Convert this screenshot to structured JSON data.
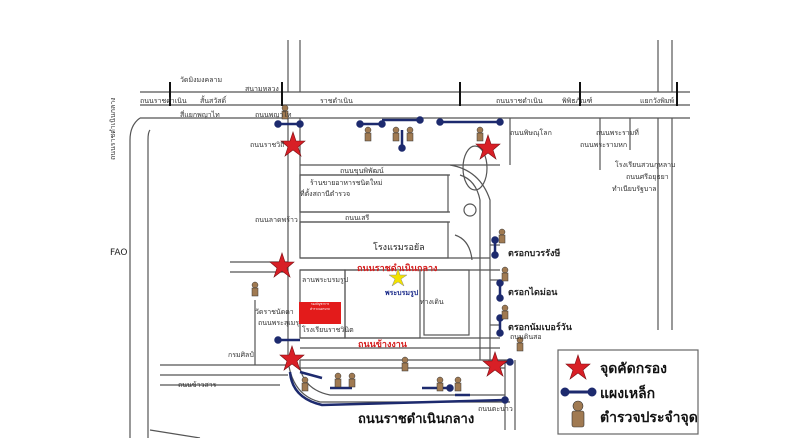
{
  "map": {
    "labels": {
      "top_left_1": "วัดมิงมงคลาม",
      "top_left_2": "สนามหลวง",
      "top_left_3": "สั้นสวัสดิ์",
      "top_left_4": "ถนนราชดำเนิน",
      "top_mid_1": "ราชดำเนิน",
      "top_mid_2": "ถนนราชดำเนิน",
      "top_right_1": "พิพิธภัณฑ์",
      "top_right_2": "แยกวังพิมพ์",
      "left_1": "สี่แยกพญาไท",
      "left_2": "ถนนพญาไท",
      "left_3": "ถนนราชวิถี",
      "left_vertical": "ถนนราชดำเนินกลาง",
      "fao": "FAO",
      "block_1": "ร้านขายอาหารชนิดใหม่",
      "block_2": "ถนนขุนพิพัฒน์",
      "block_3": "ถนนเสรี",
      "block_4": "ที่ตั้งสถานีตำรวจ",
      "block_5": "ถนนลาดพร้าว",
      "block_6": "ทางเดิน",
      "block_7": "ลานพระบรมรูป",
      "block_8": "โรงเรียนราชวินิต",
      "hotel": "โรงแรมรอยัล",
      "road_red_1": "ถนนราชดำเนินกลาง",
      "road_red_2": "ถนนข้างงาน",
      "star_label": "พระบรมรูป",
      "left_small_1": "วัดราชนัดดา",
      "left_small_2": "ถนนพระสุเมรุ",
      "left_small_3": "กรมศิลป์",
      "bottom_left_1": "ถนนข้าวสาร",
      "bottom_1": "ถนนราชดำเนินกลาง",
      "bottom_2": "ถนนตะนาว",
      "right_label_1": "ถนนพิษณุโลก",
      "right_label_2": "ถนนพระรามที่",
      "right_label_3": "ถนนพระรามหก",
      "right_block_1": "โรงเรียนสวนกุหลาบ",
      "right_block_2": "ถนนศรีอยุธยา",
      "right_block_3": "ทำเนียบรัฐบาล",
      "checkpoint_1": "ตรอกบวรรังษี",
      "checkpoint_2": "ตรอกไดม่อน",
      "checkpoint_3": "ตรอกนัมเบอร์วัน",
      "checkpoint_4": "ถนนดินสอ",
      "redbox_1": "กองบัญชาการ",
      "redbox_2": "ตำรวจนครบาล"
    },
    "legend": {
      "checkpoint": "จุดคัดกรอง",
      "barrier": "แผงเหล็ก",
      "police": "ตำรวจประจำจุด"
    },
    "colors": {
      "star": "#d81f26",
      "barrier": "#1d2a6e",
      "road": "#555555",
      "yellow_star": "#f2e200",
      "redbox": "#e31b1b"
    }
  }
}
